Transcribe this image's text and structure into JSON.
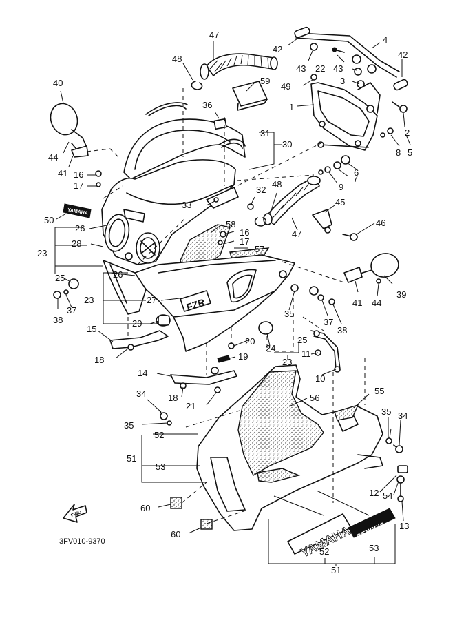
{
  "diagram": {
    "code": "3FV010-9370",
    "fwd_label": "FWD",
    "logo_yamaha": "YAMAHA",
    "logo_model": "GENESIS",
    "small_logo": "YAMAHA",
    "fzr_decal": "FZR"
  },
  "callouts": [
    {
      "id": "n47a",
      "text": "47"
    },
    {
      "id": "n42a",
      "text": "42"
    },
    {
      "id": "n4",
      "text": "4"
    },
    {
      "id": "n48a",
      "text": "48"
    },
    {
      "id": "n42b",
      "text": "42"
    },
    {
      "id": "n43a",
      "text": "43"
    },
    {
      "id": "n22",
      "text": "22"
    },
    {
      "id": "n43b",
      "text": "43"
    },
    {
      "id": "n40",
      "text": "40"
    },
    {
      "id": "n59",
      "text": "59"
    },
    {
      "id": "n49",
      "text": "49"
    },
    {
      "id": "n3",
      "text": "3"
    },
    {
      "id": "n1",
      "text": "1"
    },
    {
      "id": "n36",
      "text": "36"
    },
    {
      "id": "n2",
      "text": "2"
    },
    {
      "id": "n31",
      "text": "31"
    },
    {
      "id": "n30",
      "text": "30"
    },
    {
      "id": "n8",
      "text": "8"
    },
    {
      "id": "n5",
      "text": "5"
    },
    {
      "id": "n44a",
      "text": "44"
    },
    {
      "id": "n6",
      "text": "6"
    },
    {
      "id": "n41a",
      "text": "41"
    },
    {
      "id": "n7",
      "text": "7"
    },
    {
      "id": "n16a",
      "text": "16"
    },
    {
      "id": "n9",
      "text": "9"
    },
    {
      "id": "n48b",
      "text": "48"
    },
    {
      "id": "n17a",
      "text": "17"
    },
    {
      "id": "n32",
      "text": "32"
    },
    {
      "id": "n45",
      "text": "45"
    },
    {
      "id": "n33",
      "text": "33"
    },
    {
      "id": "n50",
      "text": "50"
    },
    {
      "id": "n46",
      "text": "46"
    },
    {
      "id": "n26a",
      "text": "26"
    },
    {
      "id": "n47b",
      "text": "47"
    },
    {
      "id": "n58",
      "text": "58"
    },
    {
      "id": "n23a",
      "text": "23"
    },
    {
      "id": "n28",
      "text": "28"
    },
    {
      "id": "n16b",
      "text": "16"
    },
    {
      "id": "n17b",
      "text": "17"
    },
    {
      "id": "n57",
      "text": "57"
    },
    {
      "id": "n25a",
      "text": "25"
    },
    {
      "id": "n26b",
      "text": "26"
    },
    {
      "id": "n39",
      "text": "39"
    },
    {
      "id": "n41b",
      "text": "41"
    },
    {
      "id": "n44b",
      "text": "44"
    },
    {
      "id": "n23b",
      "text": "23"
    },
    {
      "id": "n27",
      "text": "27"
    },
    {
      "id": "n38a",
      "text": "38"
    },
    {
      "id": "n37a",
      "text": "37"
    },
    {
      "id": "n35a",
      "text": "35"
    },
    {
      "id": "n37b",
      "text": "37"
    },
    {
      "id": "n38b",
      "text": "38"
    },
    {
      "id": "n29",
      "text": "29"
    },
    {
      "id": "n15",
      "text": "15"
    },
    {
      "id": "n20",
      "text": "20"
    },
    {
      "id": "n24",
      "text": "24"
    },
    {
      "id": "n25b",
      "text": "25"
    },
    {
      "id": "n19",
      "text": "19"
    },
    {
      "id": "n11",
      "text": "11"
    },
    {
      "id": "n18a",
      "text": "18"
    },
    {
      "id": "n23c",
      "text": "23"
    },
    {
      "id": "n10",
      "text": "10"
    },
    {
      "id": "n14",
      "text": "14"
    },
    {
      "id": "n18b",
      "text": "18"
    },
    {
      "id": "n21",
      "text": "21"
    },
    {
      "id": "n56",
      "text": "56"
    },
    {
      "id": "n55",
      "text": "55"
    },
    {
      "id": "n34a",
      "text": "34"
    },
    {
      "id": "n35b",
      "text": "35"
    },
    {
      "id": "n34b",
      "text": "34"
    },
    {
      "id": "n35c",
      "text": "35"
    },
    {
      "id": "n52a",
      "text": "52"
    },
    {
      "id": "n51a",
      "text": "51"
    },
    {
      "id": "n53a",
      "text": "53"
    },
    {
      "id": "n12",
      "text": "12"
    },
    {
      "id": "n54",
      "text": "54"
    },
    {
      "id": "n60a",
      "text": "60"
    },
    {
      "id": "n13",
      "text": "13"
    },
    {
      "id": "n60b",
      "text": "60"
    },
    {
      "id": "n52b",
      "text": "52"
    },
    {
      "id": "n53b",
      "text": "53"
    },
    {
      "id": "n51b",
      "text": "51"
    }
  ]
}
